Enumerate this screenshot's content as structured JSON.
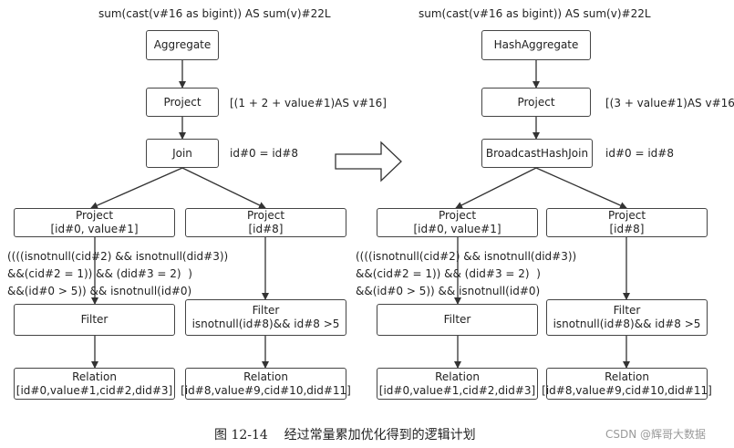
{
  "left": {
    "top_label": "sum(cast(v#16 as bigint)) AS sum(v)#22L",
    "aggregate": "Aggregate",
    "project_top": "Project",
    "project_expr": "[(1 + 2 + value#1)AS v#16]",
    "join": "Join",
    "join_cond": "id#0 = id#8",
    "project_left": {
      "title": "Project",
      "sub": "[id#0, value#1]"
    },
    "project_right": {
      "title": "Project",
      "sub": "[id#8]"
    },
    "filter_cond": [
      "((((isnotnull(cid#2) && isnotnull(did#3))",
      "&&(cid#2 = 1)) && (did#3 = 2)  )",
      "&&(id#0 > 5)) && isnotnull(id#0)"
    ],
    "filter_left": "Filter",
    "filter_right": {
      "title": "Filter",
      "sub": "isnotnull(id#8)&& id#8 >5"
    },
    "relation_left": {
      "title": "Relation",
      "sub": "[id#0,value#1,cid#2,did#3]"
    },
    "relation_right": {
      "title": "Relation",
      "sub": "[id#8,value#9,cid#10,did#11]"
    }
  },
  "right": {
    "top_label": "sum(cast(v#16 as bigint)) AS sum(v)#22L",
    "aggregate": "HashAggregate",
    "project_top": "Project",
    "project_expr": "[(3 + value#1)AS v#16]",
    "join": "BroadcastHashJoin",
    "join_cond": "id#0 = id#8",
    "project_left": {
      "title": "Project",
      "sub": "[id#0, value#1]"
    },
    "project_right": {
      "title": "Project",
      "sub": "[id#8]"
    },
    "filter_cond": [
      "((((isnotnull(cid#2) && isnotnull(did#3))",
      "&&(cid#2 = 1)) && (did#3 = 2)  )",
      "&&(id#0 > 5)) && isnotnull(id#0)"
    ],
    "filter_left": "Filter",
    "filter_right": {
      "title": "Filter",
      "sub": "isnotnull(id#8)&& id#8 >5"
    },
    "relation_left": {
      "title": "Relation",
      "sub": "[id#0,value#1,cid#2,did#3]"
    },
    "relation_right": {
      "title": "Relation",
      "sub": "[id#8,value#9,cid#10,did#11]"
    }
  },
  "caption": "图 12-14    经过常量累加优化得到的逻辑计划",
  "watermark": "CSDN @辉哥大数据"
}
